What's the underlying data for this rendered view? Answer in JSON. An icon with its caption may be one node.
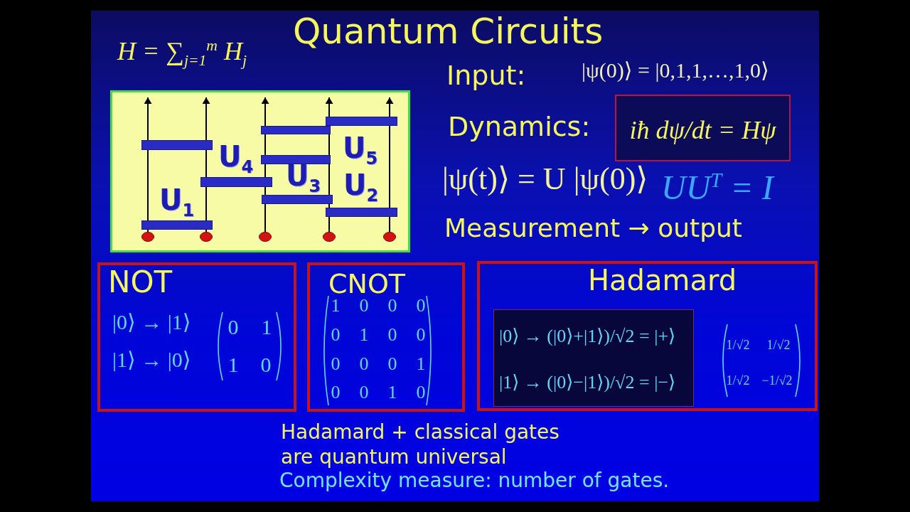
{
  "diagram": {
    "title": "Quantum Circuits",
    "nodes": [
      {
        "text": [
          "U$_{5}$",
          "U$_{4}$",
          "U$_{3}$",
          "U$_{2}$",
          "U$_{1}$"
        ]
      },
      {
        "text": [],
        "shape": "bar",
        "in": 0
      },
      {
        "text": [],
        "shape": "bar",
        "in": 0
      },
      {
        "text": [],
        "shape": "bar",
        "in": 0
      },
      {
        "text": [],
        "shape": "bar",
        "in": 0
      },
      {
        "text": [],
        "shape": "bar",
        "in": 0
      },
      {
        "text": [],
        "shape": "bar",
        "in": 0
      },
      {
        "text": [],
        "shape": "bar",
        "in": 0
      },
      {
        "text": [],
        "shape": "bar",
        "in": 0
      },
      {
        "text": [],
        "shape": "circle",
        "in": 0
      },
      {
        "text": [],
        "shape": "circle",
        "in": 0
      },
      {
        "text": [],
        "shape": "circle",
        "in": 0
      },
      {
        "text": [],
        "shape": "circle",
        "in": 0
      },
      {
        "text": [],
        "shape": "circle",
        "in": 0
      },
      {
        "text": [
          "iħ dψ/dt = Hψ"
        ]
      },
      {
        "text": [
          "NOT",
          "|0⟩ → |1⟩",
          "|1⟩ → |0⟩",
          "0",
          "1",
          "1",
          "0"
        ]
      },
      {
        "text": [
          "CNOT",
          "1",
          "0",
          "0",
          "0",
          "0",
          "1",
          "0",
          "0",
          "0",
          "0",
          "0",
          "1",
          "0",
          "0",
          "1",
          "0"
        ]
      },
      {
        "text": [
          "Hadamard",
          "1/√2",
          "1/√2",
          "1/√2",
          "−1/√2"
        ]
      },
      {
        "text": [
          "|0⟩ → (|0⟩+|1⟩)/√2 = |+⟩",
          "|1⟩ → (|0⟩−|1⟩)/√2 = |−⟩"
        ],
        "in": 17
      }
    ],
    "edges": [
      {
        "from": 9,
        "to": null,
        "arrow": "to"
      },
      {
        "from": 10,
        "to": null,
        "arrow": "to"
      },
      {
        "from": 11,
        "to": null,
        "arrow": "to"
      },
      {
        "from": 12,
        "to": null,
        "arrow": "to"
      },
      {
        "from": 13,
        "to": null,
        "arrow": "to"
      }
    ],
    "labels": [
      "H = ∑$_{j=1}$$^{m}$ H$_{j}$",
      "Input:",
      "|ψ(0)⟩ = |0,1,1,…,1,0⟩",
      "Dynamics:",
      "|ψ(t)⟩ = U |ψ(0)⟩",
      "UU$^{T}$ = I",
      "Measurement → output",
      "Hadamard + classical gates are quantum universal",
      "Complexity measure: number of gates."
    ]
  }
}
